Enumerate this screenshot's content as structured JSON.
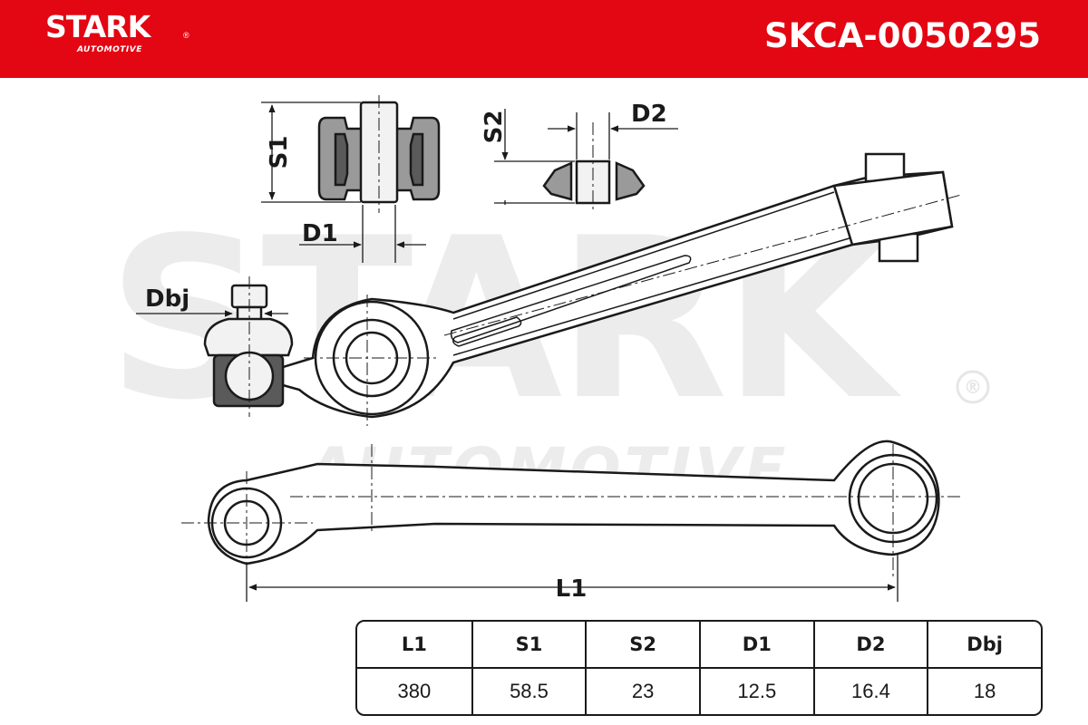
{
  "header": {
    "brand": "STARK",
    "brand_mark": "®",
    "brand_sub": "AUTOMOTIVE",
    "part_number": "SKCA-0050295",
    "background_color": "#e30613"
  },
  "watermark": {
    "word": "STARK",
    "sub": "AUTOMOTIVE",
    "mark": "®"
  },
  "dimension_labels": {
    "s1": "S1",
    "s2": "S2",
    "d1": "D1",
    "d2": "D2",
    "dbj": "Dbj",
    "l1": "L1"
  },
  "specs": {
    "headers": [
      "L1",
      "S1",
      "S2",
      "D1",
      "D2",
      "Dbj"
    ],
    "values": [
      "380",
      "58.5",
      "23",
      "12.5",
      "16.4",
      "18"
    ]
  }
}
